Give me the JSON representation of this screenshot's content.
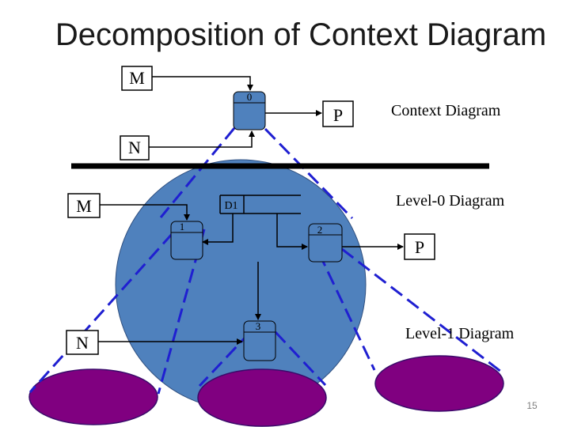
{
  "slide": {
    "title": "Decomposition of Context Diagram",
    "page_number": "15"
  },
  "context": {
    "entity_m": "M",
    "entity_n": "N",
    "entity_p": "P",
    "process_number": "0",
    "label": "Context Diagram"
  },
  "level0": {
    "entity_m": "M",
    "entity_n": "N",
    "entity_p": "P",
    "datastore": "D1",
    "process_1": "1",
    "process_2": "2",
    "process_3": "3",
    "label": "Level-0 Diagram"
  },
  "level1": {
    "label": "Level-1 Diagram"
  },
  "colors": {
    "process_fill": "#4f81bd",
    "level0_circle": "#4f81bd",
    "level1_oval": "#800080",
    "dashed_line": "#1f1fd1",
    "ink": "#000000",
    "divider": "#000000"
  }
}
